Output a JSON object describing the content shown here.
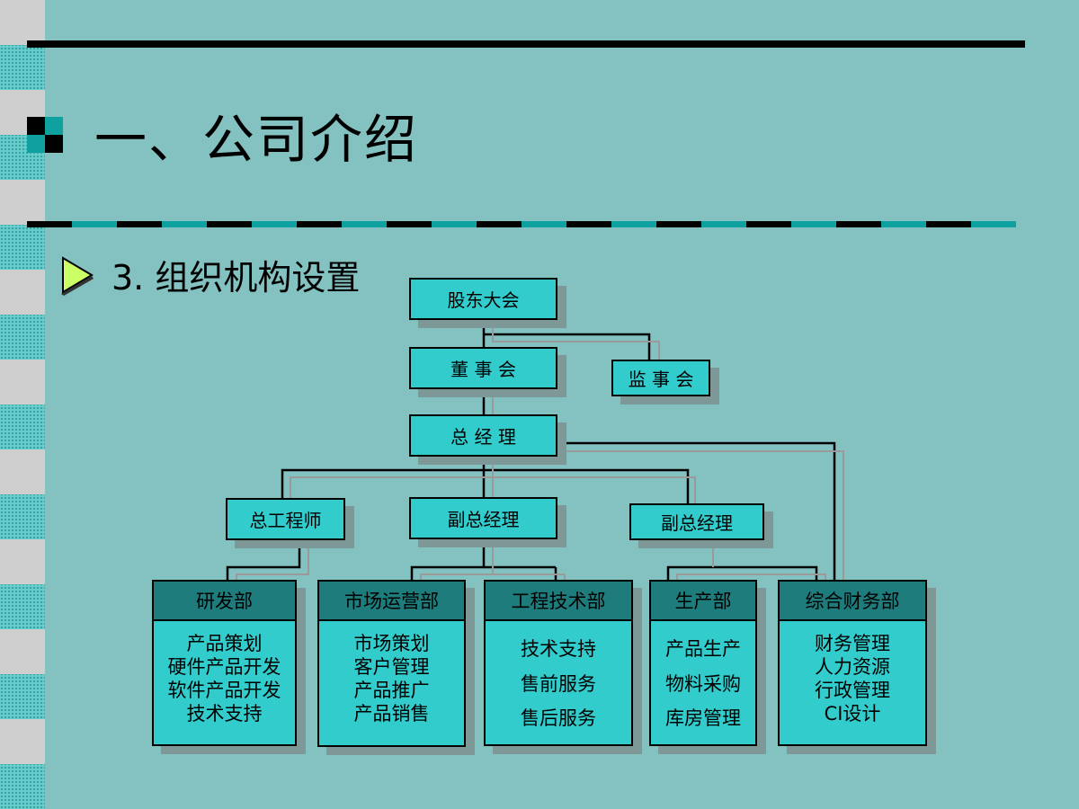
{
  "slide": {
    "title": "一、公司介绍",
    "subtitle": "3. 组织机构设置"
  },
  "colors": {
    "background": "#84C1C1",
    "box_fill": "#33CCCC",
    "dept_header": "#1E7C7C",
    "accent_teal": "#0FA0A0",
    "bullet_green": "#CCFF66"
  },
  "icons": {
    "title_bullet": "square-checker-bullet-icon",
    "subtitle_bullet": "triangle-bullet-icon"
  },
  "org": {
    "shareholders": "股东大会",
    "board": "董 事 会",
    "supervisors": "监 事 会",
    "gm": "总 经 理",
    "chief_engineer": "总工程师",
    "deputy_gm_1": "副总经理",
    "deputy_gm_2": "副总经理",
    "departments": [
      {
        "name": "研发部",
        "items": [
          "产品策划",
          "硬件产品开发",
          "软件产品开发",
          "技术支持"
        ]
      },
      {
        "name": "市场运营部",
        "items": [
          "市场策划",
          "客户管理",
          "产品推广",
          "产品销售"
        ]
      },
      {
        "name": "工程技术部",
        "items": [
          "技术支持",
          "售前服务",
          "售后服务"
        ]
      },
      {
        "name": "生产部",
        "items": [
          "产品生产",
          "物料采购",
          "库房管理"
        ]
      },
      {
        "name": "综合财务部",
        "items": [
          "财务管理",
          "人力资源",
          "行政管理",
          "CI设计"
        ]
      }
    ]
  }
}
